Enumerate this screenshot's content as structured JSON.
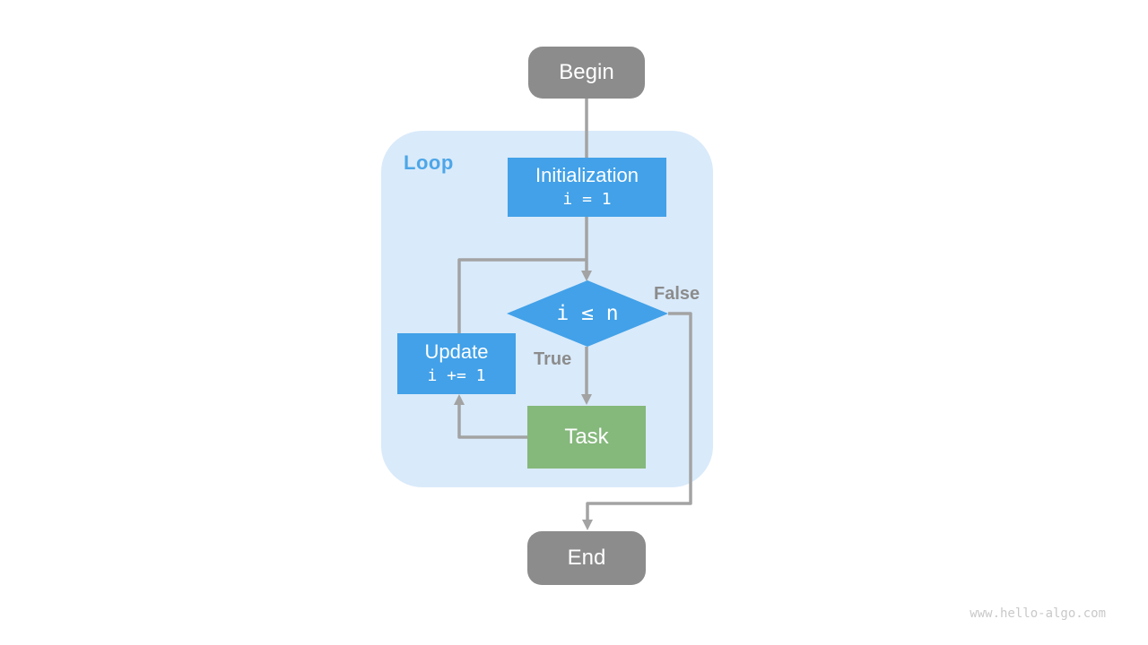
{
  "diagram": {
    "nodes": {
      "begin": {
        "label": "Begin"
      },
      "initialization": {
        "title": "Initialization",
        "code": "i = 1"
      },
      "condition": {
        "label": "i ≤ n"
      },
      "update": {
        "title": "Update",
        "code": "i += 1"
      },
      "task": {
        "label": "Task"
      },
      "end": {
        "label": "End"
      }
    },
    "labels": {
      "loop": "Loop",
      "branch_true": "True",
      "branch_false": "False"
    },
    "watermark": "www.hello-algo.com",
    "colors": {
      "node_blue": "#42a1e8",
      "node_green": "#85b87b",
      "node_gray": "#8c8c8c",
      "loop_bg": "#d9eafa",
      "loop_label": "#4da6e8",
      "arrow": "#a3a3a3",
      "branch_label": "#8c8c8c",
      "watermark": "#c9c9c9"
    }
  }
}
